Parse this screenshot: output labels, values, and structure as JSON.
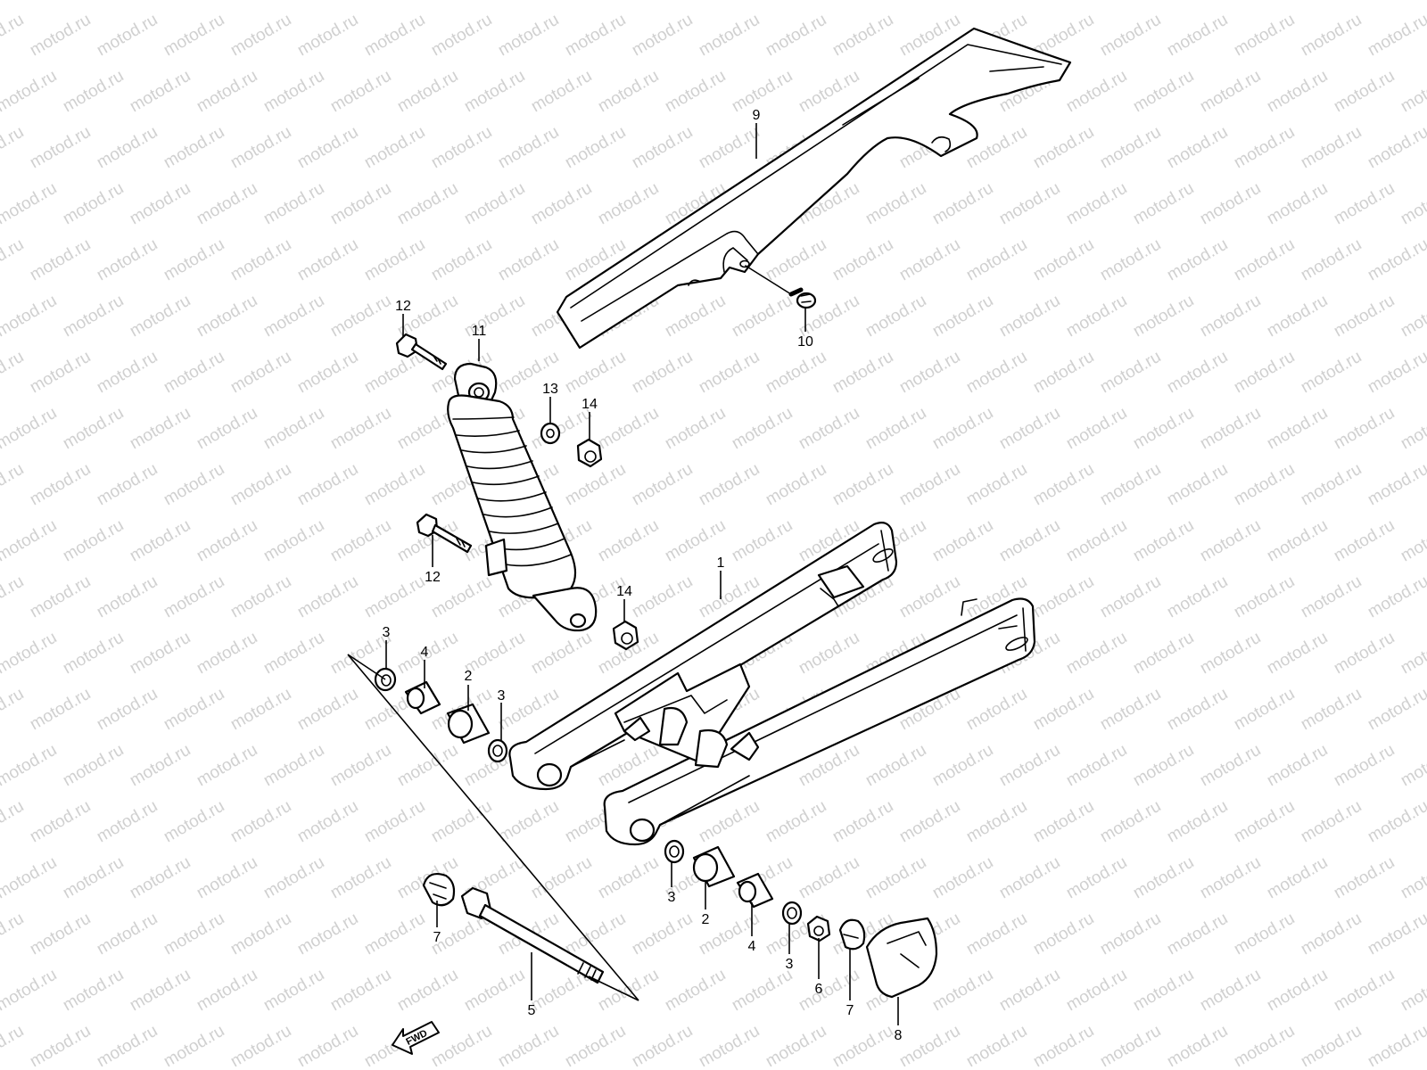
{
  "watermark": {
    "text": "motod.ru",
    "color": "#d0d0d0"
  },
  "fwd_label": "FWD",
  "callouts": [
    {
      "id": "c1",
      "label": "1"
    },
    {
      "id": "c2a",
      "label": "2"
    },
    {
      "id": "c2b",
      "label": "2"
    },
    {
      "id": "c3a",
      "label": "3"
    },
    {
      "id": "c3b",
      "label": "3"
    },
    {
      "id": "c3c",
      "label": "3"
    },
    {
      "id": "c3d",
      "label": "3"
    },
    {
      "id": "c4a",
      "label": "4"
    },
    {
      "id": "c4b",
      "label": "4"
    },
    {
      "id": "c5",
      "label": "5"
    },
    {
      "id": "c6",
      "label": "6"
    },
    {
      "id": "c7a",
      "label": "7"
    },
    {
      "id": "c7b",
      "label": "7"
    },
    {
      "id": "c8",
      "label": "8"
    },
    {
      "id": "c9",
      "label": "9"
    },
    {
      "id": "c10",
      "label": "10"
    },
    {
      "id": "c11",
      "label": "11"
    },
    {
      "id": "c12a",
      "label": "12"
    },
    {
      "id": "c12b",
      "label": "12"
    },
    {
      "id": "c13",
      "label": "13"
    },
    {
      "id": "c14a",
      "label": "14"
    },
    {
      "id": "c14b",
      "label": "14"
    }
  ]
}
